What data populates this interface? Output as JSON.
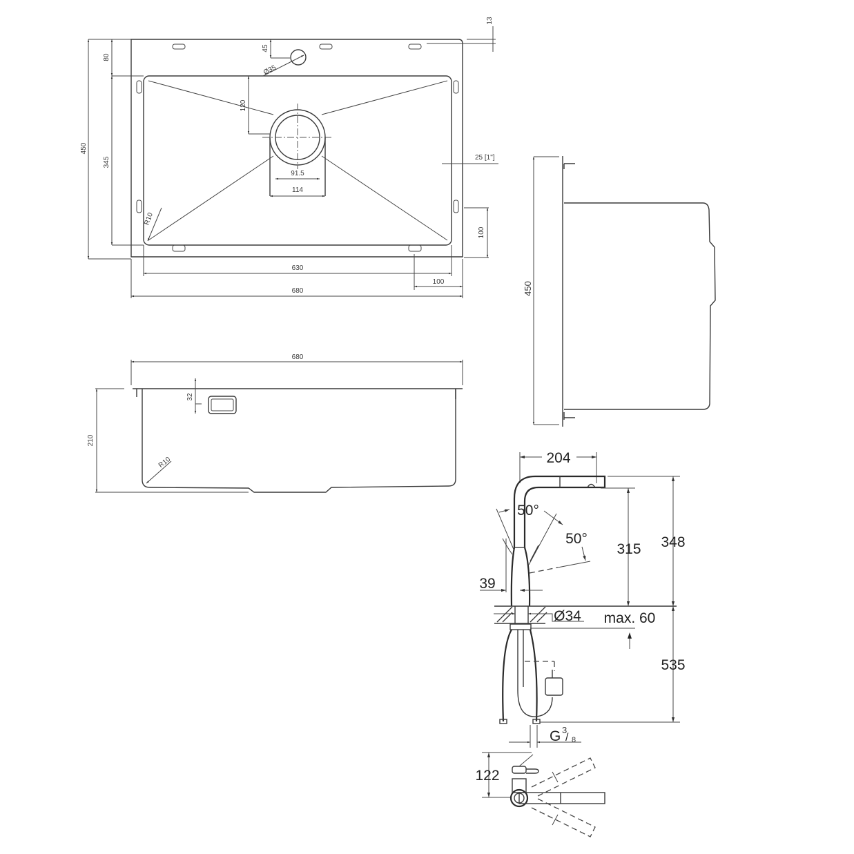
{
  "drawing": {
    "top_view": {
      "overall_width": "680",
      "overall_depth": "450",
      "back_ledge": "80",
      "bowl_depth": "345",
      "bowl_width": "630",
      "tap_hole_offset": "45",
      "tap_hole_diameter": "Ø35",
      "drain_offset": "120",
      "drain_inner": "91.5",
      "drain_outer": "114",
      "flange": "25 [1\"]",
      "corner_radius": "R10",
      "clip_offset_x": "100",
      "clip_offset_y": "100",
      "rim_thickness": "13"
    },
    "front_section": {
      "overall_width": "680",
      "height": "210",
      "overflow_offset": "32",
      "corner_radius": "R10"
    },
    "side_section": {
      "depth": "450"
    },
    "faucet_side": {
      "reach": "204",
      "spout_height": "315",
      "total_height": "348",
      "lever_angle_back": "50°",
      "lever_angle_front": "50°",
      "lever_offset": "39",
      "hole_diameter": "Ø34",
      "max_deck": "max. 60",
      "hose_length": "535",
      "connection": "G",
      "connection_num": "3",
      "connection_den": "8"
    },
    "faucet_top": {
      "depth": "122"
    }
  }
}
